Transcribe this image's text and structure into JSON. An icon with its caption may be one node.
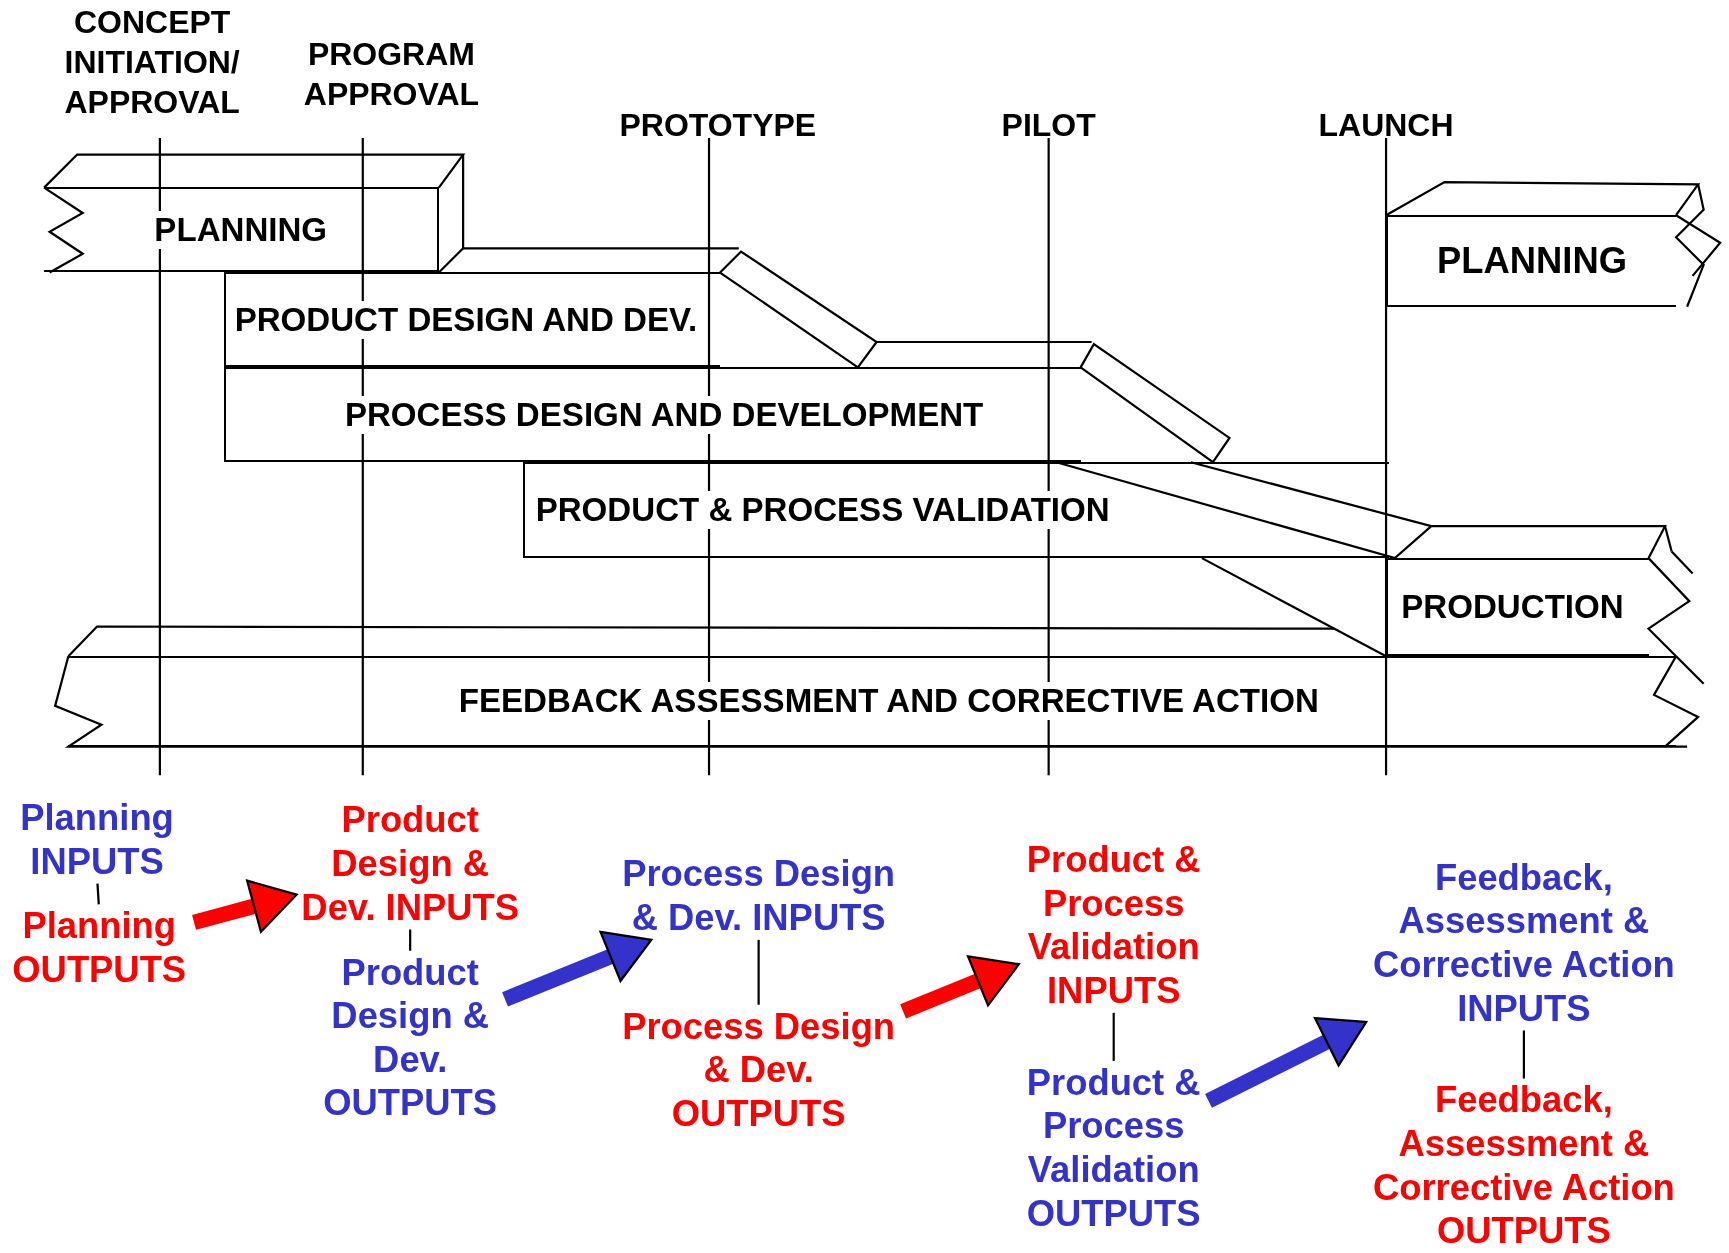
{
  "diagram": {
    "nodes": [
      {
        "text": [
          "PLANNING"
        ]
      },
      {
        "text": [
          "PRODUCT DESIGN AND DEV."
        ]
      },
      {
        "text": [
          "PROCESS DESIGN AND DEVELOPMENT"
        ]
      },
      {
        "text": [
          "PRODUCT & PROCESS VALIDATION"
        ]
      },
      {
        "text": [
          "PRODUCTION"
        ]
      },
      {
        "text": [
          "FEEDBACK ASSESSMENT AND CORRECTIVE ACTION"
        ]
      },
      {
        "text": [
          "PLANNING"
        ]
      },
      {
        "text": [
          "Planning INPUTS"
        ]
      },
      {
        "text": [
          "Planning OUTPUTS"
        ]
      },
      {
        "text": [
          "Product Design & Dev. INPUTS"
        ]
      },
      {
        "text": [
          "Product Design & Dev. OUTPUTS"
        ]
      },
      {
        "text": [
          "Process Design & Dev. INPUTS"
        ]
      },
      {
        "text": [
          "Process Design & Dev. OUTPUTS"
        ]
      },
      {
        "text": [
          "Product & Process Validation INPUTS"
        ]
      },
      {
        "text": [
          "Product & Process Validation OUTPUTS"
        ]
      },
      {
        "text": [
          "Feedback, Assessment & Corrective Action INPUTS"
        ]
      },
      {
        "text": [
          "Feedback, Assessment & Corrective Action OUTPUTS"
        ]
      }
    ],
    "edges": [
      {
        "from": 7,
        "to": 8,
        "arrow": "none"
      },
      {
        "from": 8,
        "to": 9,
        "arrow": "to",
        "style": "thick",
        "color": "#ff0000"
      },
      {
        "from": 9,
        "to": 10,
        "arrow": "none"
      },
      {
        "from": 10,
        "to": 11,
        "arrow": "to",
        "style": "thick",
        "color": "#3333cc"
      },
      {
        "from": 11,
        "to": 12,
        "arrow": "none"
      },
      {
        "from": 12,
        "to": 13,
        "arrow": "to",
        "style": "thick",
        "color": "#ff0000"
      },
      {
        "from": 13,
        "to": 14,
        "arrow": "none"
      },
      {
        "from": 14,
        "to": 15,
        "arrow": "to",
        "style": "thick",
        "color": "#3333cc"
      },
      {
        "from": 15,
        "to": 16,
        "arrow": "none"
      }
    ],
    "labels": [
      "CONCEPT INITIATION/ APPROVAL",
      "PROGRAM APPROVAL",
      "PROTOTYPE",
      "PILOT",
      "LAUNCH"
    ]
  }
}
